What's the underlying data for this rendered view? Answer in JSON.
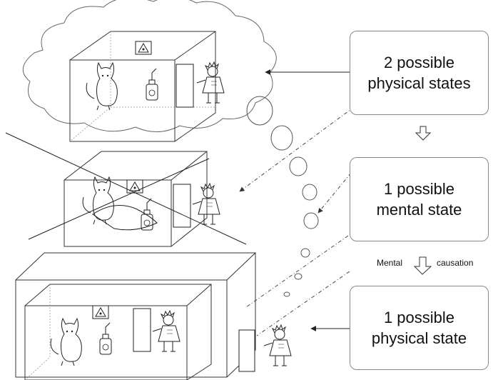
{
  "boxes": {
    "top": {
      "line1": "2 possible",
      "line2": "physical states"
    },
    "middle": {
      "line1": "1 possible",
      "line2": "mental state"
    },
    "bottom": {
      "line1": "1 possible",
      "line2": "physical state"
    }
  },
  "transitions": {
    "mental_causation_left": "Mental",
    "mental_causation_right": "causation"
  },
  "icons": [
    "cat-icon",
    "scientist-icon",
    "radiation-sign-icon",
    "poison-flask-icon",
    "down-arrow-icon",
    "thought-cloud-icon"
  ],
  "colors": {
    "line": "#222222",
    "box_border": "#8a8a8a",
    "text": "#111111"
  }
}
